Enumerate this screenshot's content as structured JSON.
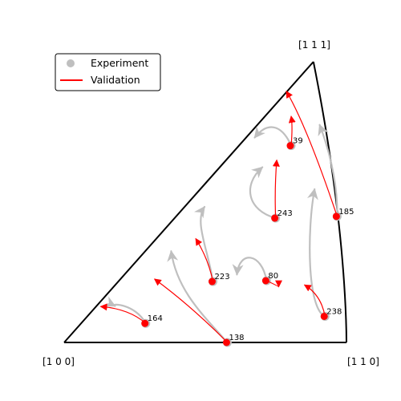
{
  "chart_data": {
    "type": "scatter",
    "title": "",
    "projection": "inverse pole figure (cubic standard triangle)",
    "corner_labels": {
      "c100": "[1 0 0]",
      "c110": "[1 1 0]",
      "c111": "[1 1 1]"
    },
    "legend": {
      "placement": "top-left",
      "entries": [
        {
          "label": "Experiment",
          "marker": "circle",
          "color": "#bfbfbf"
        },
        {
          "label": "Validation",
          "marker": "line",
          "color": "#ff0000"
        }
      ]
    },
    "colors": {
      "experiment": "#bfbfbf",
      "validation": "#ff0000",
      "outline": "#000000"
    },
    "grains": [
      {
        "label": "39",
        "start": [
          0.804,
          0.701
        ],
        "exp_path": [
          [
            0.804,
            0.701
          ],
          [
            0.78,
            0.76
          ],
          [
            0.73,
            0.8
          ],
          [
            0.675,
            0.73
          ]
        ],
        "val_path": [
          [
            0.804,
            0.701
          ],
          [
            0.81,
            0.77
          ],
          [
            0.804,
            0.806
          ]
        ]
      },
      {
        "label": "185",
        "start": [
          0.967,
          0.449
        ],
        "exp_path": [
          [
            0.967,
            0.449
          ],
          [
            0.97,
            0.58
          ],
          [
            0.93,
            0.71
          ],
          [
            0.905,
            0.775
          ]
        ],
        "val_path": [
          [
            0.967,
            0.449
          ],
          [
            0.86,
            0.77
          ],
          [
            0.787,
            0.895
          ]
        ]
      },
      {
        "label": "243",
        "start": [
          0.749,
          0.443
        ],
        "exp_path": [
          [
            0.749,
            0.443
          ],
          [
            0.65,
            0.47
          ],
          [
            0.63,
            0.56
          ],
          [
            0.702,
            0.624
          ]
        ],
        "val_path": [
          [
            0.749,
            0.443
          ],
          [
            0.745,
            0.55
          ],
          [
            0.753,
            0.65
          ]
        ]
      },
      {
        "label": "223",
        "start": [
          0.527,
          0.217
        ],
        "exp_path": [
          [
            0.527,
            0.217
          ],
          [
            0.51,
            0.33
          ],
          [
            0.46,
            0.43
          ],
          [
            0.497,
            0.483
          ]
        ],
        "val_path": [
          [
            0.527,
            0.217
          ],
          [
            0.51,
            0.3
          ],
          [
            0.466,
            0.37
          ]
        ]
      },
      {
        "label": "80",
        "start": [
          0.717,
          0.22
        ],
        "exp_path": [
          [
            0.717,
            0.22
          ],
          [
            0.7,
            0.32
          ],
          [
            0.62,
            0.33
          ],
          [
            0.612,
            0.242
          ]
        ],
        "val_path": [
          [
            0.717,
            0.22
          ],
          [
            0.76,
            0.2
          ],
          [
            0.76,
            0.198
          ]
        ]
      },
      {
        "label": "238",
        "start": [
          0.924,
          0.093
        ],
        "exp_path": [
          [
            0.924,
            0.093
          ],
          [
            0.86,
            0.12
          ],
          [
            0.86,
            0.4
          ],
          [
            0.887,
            0.546
          ]
        ],
        "val_path": [
          [
            0.924,
            0.093
          ],
          [
            0.91,
            0.17
          ],
          [
            0.851,
            0.205
          ]
        ]
      },
      {
        "label": "164",
        "start": [
          0.289,
          0.068
        ],
        "exp_path": [
          [
            0.289,
            0.068
          ],
          [
            0.25,
            0.14
          ],
          [
            0.16,
            0.14
          ],
          [
            0.18,
            0.13
          ]
        ],
        "val_path": [
          [
            0.289,
            0.068
          ],
          [
            0.23,
            0.12
          ],
          [
            0.129,
            0.128
          ]
        ]
      },
      {
        "label": "138",
        "start": [
          0.578,
          0.0
        ],
        "exp_path": [
          [
            0.578,
            0.0
          ],
          [
            0.5,
            0.09
          ],
          [
            0.4,
            0.18
          ],
          [
            0.379,
            0.325
          ]
        ],
        "val_path": [
          [
            0.578,
            0.0
          ],
          [
            0.45,
            0.13
          ],
          [
            0.32,
            0.226
          ]
        ]
      }
    ]
  }
}
